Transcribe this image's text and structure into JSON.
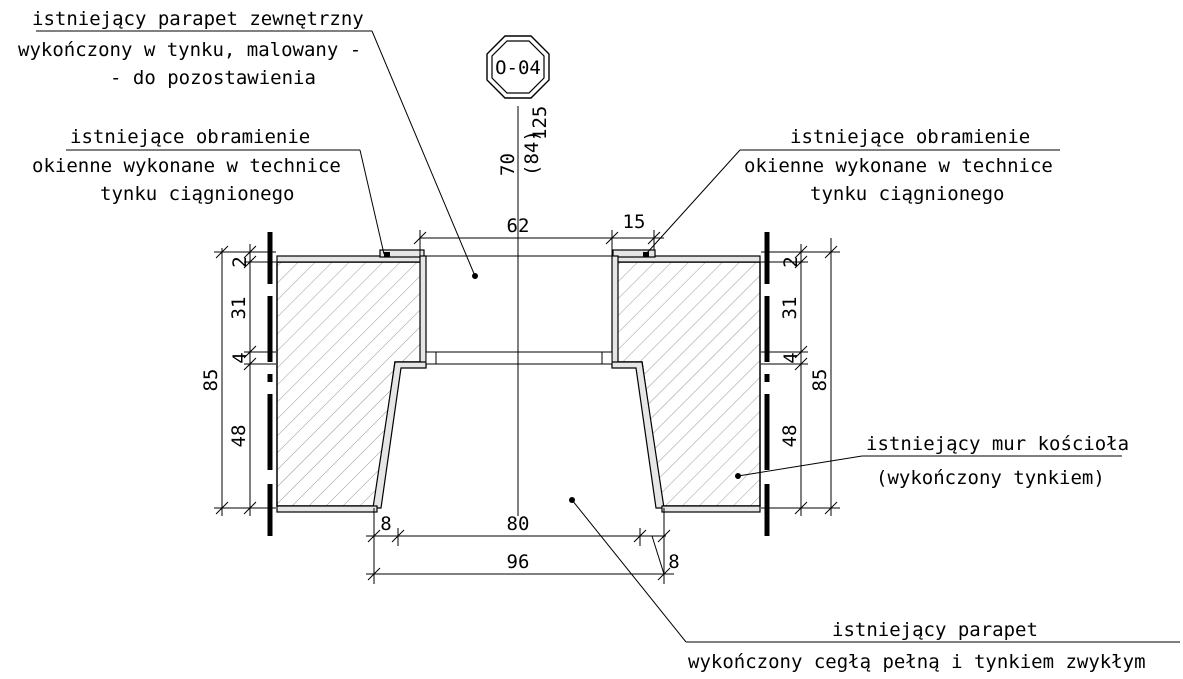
{
  "labels": {
    "parapet_ext_1": "istniejący parapet zewnętrzny",
    "parapet_ext_2": "wykończony w tynku, malowany -",
    "parapet_ext_3": "- do pozostawienia",
    "frame_left_1": "istniejące obramienie",
    "frame_left_2": "okienne wykonane w technice",
    "frame_left_3": "tynku ciągnionego",
    "frame_right_1": "istniejące obramienie",
    "frame_right_2": "okienne wykonane w technice",
    "frame_right_3": "tynku ciągnionego",
    "wall_1": "istniejący mur kościoła",
    "wall_2": "(wykończony tynkiem)",
    "parapet_in_1": "istniejący parapet",
    "parapet_in_2": "wykończony cegłą pełną i tynkiem zwykłym"
  },
  "tag": "O-04",
  "dimensions": {
    "v_top": "70",
    "v_mid": "(84)",
    "v_bot": "125",
    "opening_top": "62",
    "frame_width": "15",
    "left_2": "2",
    "left_31": "31",
    "left_4": "4",
    "left_48": "48",
    "left_85": "85",
    "right_2": "2",
    "right_31": "31",
    "right_4": "4",
    "right_48": "48",
    "right_85": "85",
    "bottom_8_left": "8",
    "bottom_80": "80",
    "bottom_96": "96",
    "bottom_8_right": "8"
  }
}
